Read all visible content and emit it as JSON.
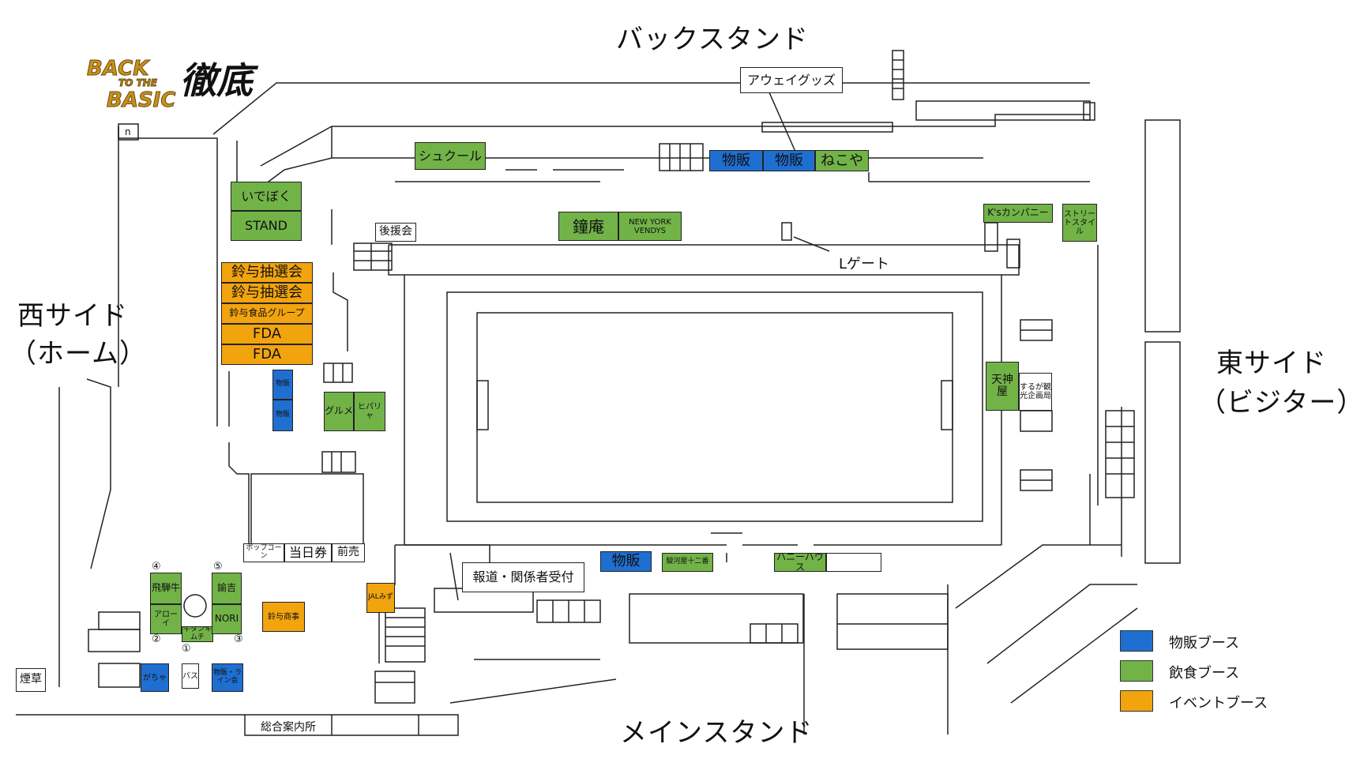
{
  "stands": {
    "back": "バックスタンド",
    "main": "メインスタンド",
    "west_line1": "西サイド",
    "west_line2": "（ホーム）",
    "east_line1": "東サイド",
    "east_line2": "（ビジター）"
  },
  "logo": {
    "line1": "BACK",
    "line2": "TO THE",
    "line3": "BASIC",
    "kanji": "徹底"
  },
  "booths": {
    "away_goods": "アウェイグッズ",
    "shukuru": "シュクール",
    "merch1": "物販",
    "merch2": "物販",
    "nekoya": "ねこや",
    "idepoku": "いでぼく",
    "stand": "STAND",
    "koenkai": "後援会",
    "shoan": "鐘庵",
    "ny_vendys": "NEW YORK VENDYS",
    "ks_company": "K'sカンパニー",
    "street_style": "ストリートスタイル",
    "l_gate": "Lゲート",
    "suzuyo_lottery1": "鈴与抽選会",
    "suzuyo_lottery2": "鈴与抽選会",
    "suzuyo_food": "鈴与食品グループ",
    "fda1": "FDA",
    "fda2": "FDA",
    "merch_v1": "物販",
    "merch_v2": "物販",
    "gourmet": "グルメ",
    "hipaya": "ヒパリャ",
    "tenjinya": "天神屋",
    "suruga": "するが観光企画局",
    "popcorn": "ポップコーン",
    "day_ticket": "当日券",
    "presale": "前売",
    "press": "報道・関係者受付",
    "merch_main": "物販",
    "surugaya": "駿河屋十二番",
    "honey_house": "ハニーハウス",
    "jal": "JALみず",
    "hida": "飛騨牛",
    "arrow": "アローイ",
    "gyutan": "牛タンキムチ",
    "yukichi": "諭吉",
    "nori": "NORI",
    "suzuyo_shoji": "鈴与商事",
    "gacha": "がちゃ",
    "bus": "バス",
    "merch_line": "物販・ライン会",
    "smoking": "煙草",
    "info": "総合案内所",
    "n": "n",
    "c1": "①",
    "c2": "②",
    "c3": "③",
    "c4": "④",
    "c5": "⑤"
  },
  "legend": {
    "merch": "物販ブース",
    "food": "飲食ブース",
    "event": "イベントブース"
  },
  "colors": {
    "merch": "#1f6fd1",
    "food": "#72b348",
    "event": "#f2a40e"
  }
}
